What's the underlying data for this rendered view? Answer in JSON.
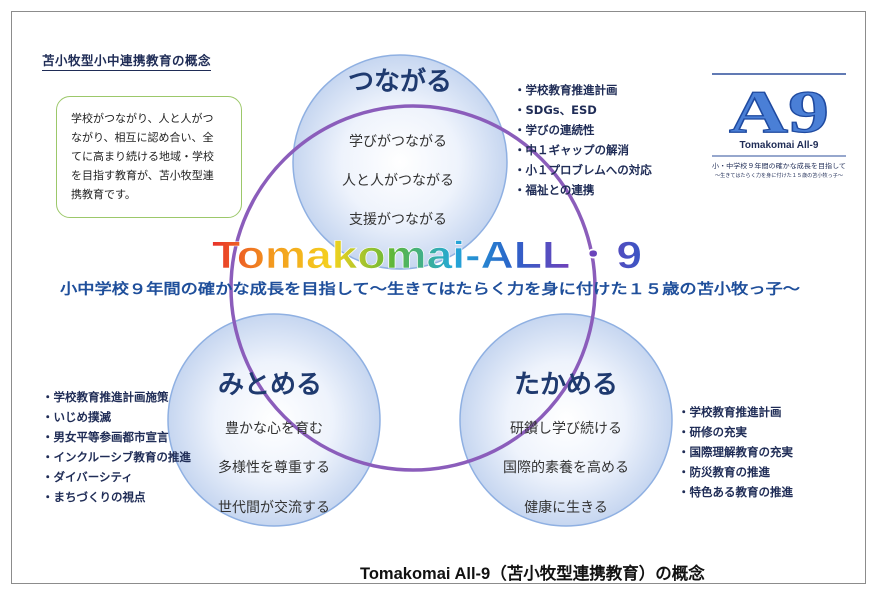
{
  "heading": "苫小牧型小中連携教育の概念",
  "description": [
    "学校がつながり、人と人がつ",
    "ながり、相互に認め合い、全",
    "てに高まり続ける地域・学校",
    "を目指す教育が、苫小牧型連",
    "携教育です。"
  ],
  "colors": {
    "purple_ring": "#8b5dbb",
    "circle_edge": "#7d9ed9",
    "navy": "#1f2c56",
    "green_border": "#9cc86a",
    "logo_blue": "#2d6fd0"
  },
  "logo": {
    "mark": "A9",
    "name": "Tomakomai All-9",
    "tagline": "小・中学校９年間の確かな成長を目指して",
    "tagline_sub": "～生きてはたらく力を身に付けた１５歳の苫小牧っ子～"
  },
  "circles": [
    {
      "title": "つながる",
      "items": [
        "学びがつながる",
        "人と人がつながる",
        "支援がつながる"
      ],
      "list": [
        "・学校教育推進計画",
        "・SDGs、ESD",
        "・学びの連続性",
        "・中１ギャップの解消",
        "・小１プロブレムへの対応",
        "・福祉との連携"
      ]
    },
    {
      "title": "みとめる",
      "items": [
        "豊かな心を育む",
        "多様性を尊重する",
        "世代間が交流する"
      ],
      "list": [
        "・学校教育推進計画施策",
        "・いじめ撲滅",
        "・男女平等参画都市宣言",
        "・インクルーシブ教育の推進",
        "・ダイバーシティ",
        "・まちづくりの視点"
      ]
    },
    {
      "title": "たかめる",
      "items": [
        "研鑽し学び続ける",
        "国際的素養を高める",
        "健康に生きる"
      ],
      "list": [
        "・学校教育推進計画",
        "・研修の充実",
        "・国際理解教育の充実",
        "・防災教育の推進",
        "・特色ある教育の推進"
      ]
    }
  ],
  "center": {
    "title": "Tomakomai-ALL・9",
    "subtitle": "小中学校９年間の確かな成長を目指して～生きてはたらく力を身に付けた１５歳の苫小牧っ子～"
  },
  "footer_caption": "Tomakomai All-9（苫小牧型連携教育）の概念"
}
